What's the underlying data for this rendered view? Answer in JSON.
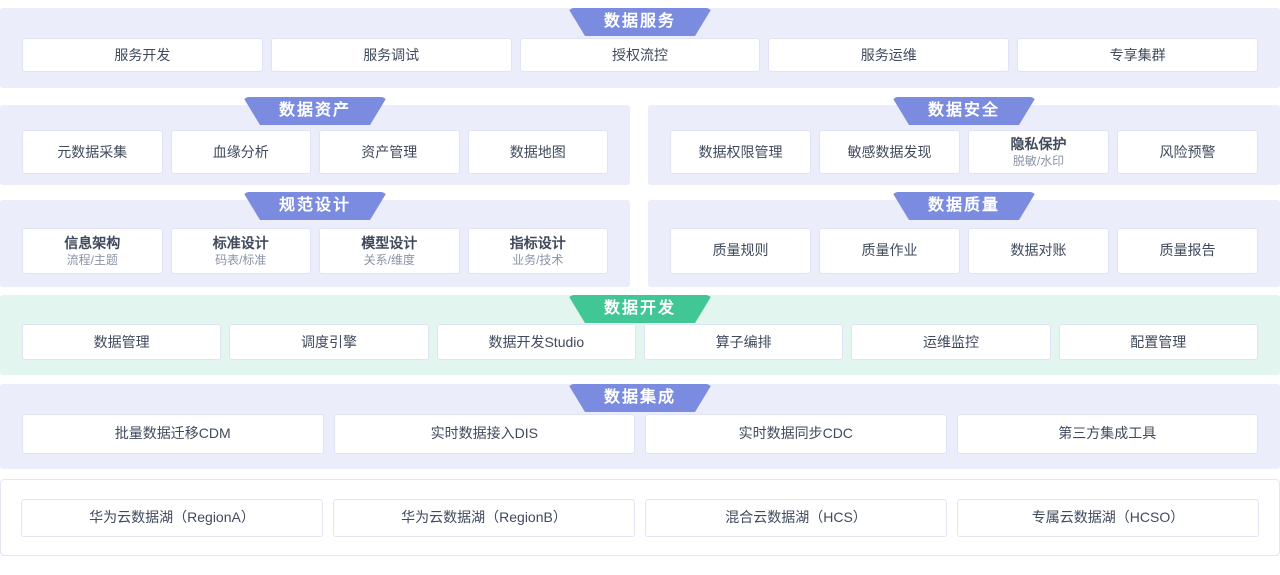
{
  "colors": {
    "accent_purple": "#7b8ce0",
    "accent_green": "#41c795",
    "panel_purple": "#ecedfa",
    "panel_green": "#e2f5ee",
    "box_border": "#dfe3f5",
    "outer_border": "#e4e7f2",
    "text_main": "#404a5c",
    "text_sub": "#8b93a7"
  },
  "sections": {
    "data_service": {
      "title": "数据服务",
      "items": [
        {
          "label": "服务开发"
        },
        {
          "label": "服务调试"
        },
        {
          "label": "授权流控"
        },
        {
          "label": "服务运维"
        },
        {
          "label": "专享集群"
        }
      ]
    },
    "data_asset": {
      "title": "数据资产",
      "items": [
        {
          "label": "元数据采集"
        },
        {
          "label": "血缘分析"
        },
        {
          "label": "资产管理"
        },
        {
          "label": "数据地图"
        }
      ]
    },
    "data_security": {
      "title": "数据安全",
      "items": [
        {
          "label": "数据权限管理"
        },
        {
          "label": "敏感数据发现"
        },
        {
          "label": "隐私保护",
          "sub": "脱敏/水印"
        },
        {
          "label": "风险预警"
        }
      ]
    },
    "standard_design": {
      "title": "规范设计",
      "items": [
        {
          "label": "信息架构",
          "sub": "流程/主题"
        },
        {
          "label": "标准设计",
          "sub": "码表/标准"
        },
        {
          "label": "模型设计",
          "sub": "关系/维度"
        },
        {
          "label": "指标设计",
          "sub": "业务/技术"
        }
      ]
    },
    "data_quality": {
      "title": "数据质量",
      "items": [
        {
          "label": "质量规则"
        },
        {
          "label": "质量作业"
        },
        {
          "label": "数据对账"
        },
        {
          "label": "质量报告"
        }
      ]
    },
    "data_development": {
      "title": "数据开发",
      "items": [
        {
          "label": "数据管理"
        },
        {
          "label": "调度引擎"
        },
        {
          "label": "数据开发Studio"
        },
        {
          "label": "算子编排"
        },
        {
          "label": "运维监控"
        },
        {
          "label": "配置管理"
        }
      ]
    },
    "data_integration": {
      "title": "数据集成",
      "items": [
        {
          "label": "批量数据迁移CDM"
        },
        {
          "label": "实时数据接入DIS"
        },
        {
          "label": "实时数据同步CDC"
        },
        {
          "label": "第三方集成工具"
        }
      ]
    },
    "data_lake": {
      "items": [
        {
          "label": "华为云数据湖（RegionA）"
        },
        {
          "label": "华为云数据湖（RegionB）"
        },
        {
          "label": "混合云数据湖（HCS）"
        },
        {
          "label": "专属云数据湖（HCSO）"
        }
      ]
    }
  }
}
